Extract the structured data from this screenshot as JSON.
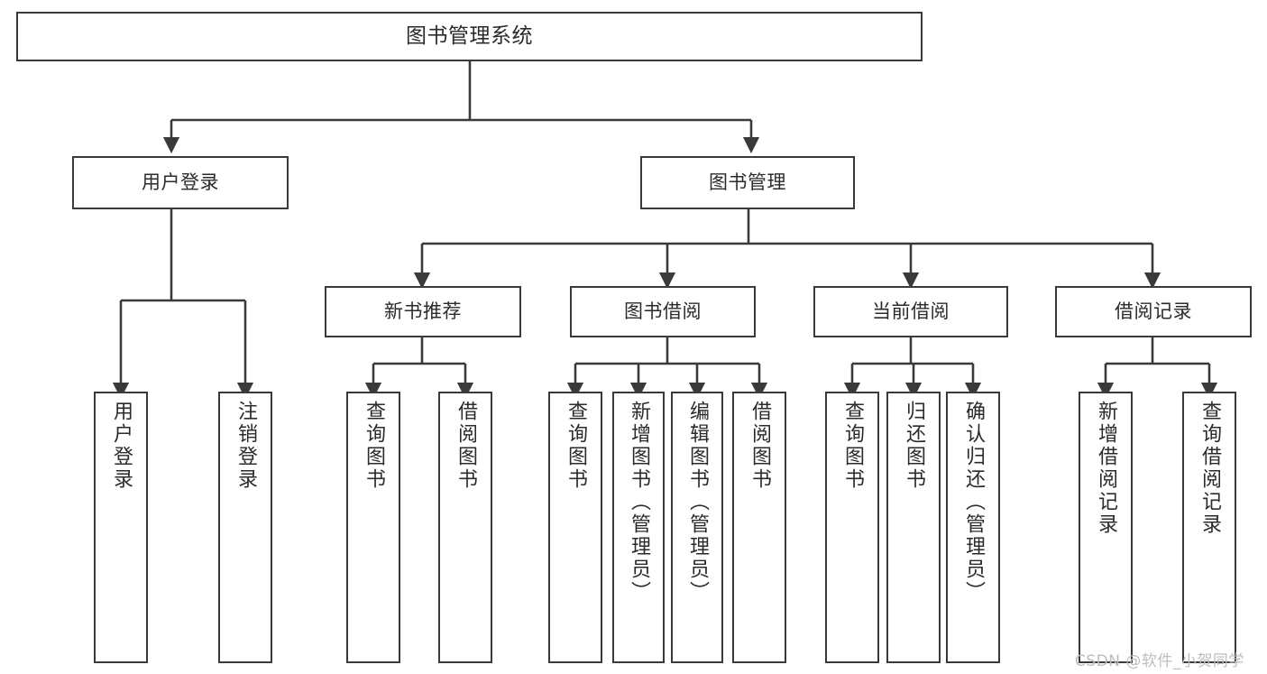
{
  "diagram": {
    "title": "图书管理系统",
    "type": "tree-hierarchy",
    "watermark": "CSDN @软件_小贺同学",
    "colors": {
      "stroke": "#3a3a3a",
      "text": "#2b2b2b",
      "background": "#ffffff",
      "watermark": "#bdbdbd"
    },
    "levels": {
      "root": {
        "label": "图书管理系统"
      },
      "level2": [
        {
          "label": "用户登录"
        },
        {
          "label": "图书管理"
        }
      ],
      "level3": [
        {
          "label": "新书推荐"
        },
        {
          "label": "图书借阅"
        },
        {
          "label": "当前借阅"
        },
        {
          "label": "借阅记录"
        }
      ],
      "leaves": {
        "user_login": [
          {
            "label": "用户登录"
          },
          {
            "label": "注销登录"
          }
        ],
        "new_book_recommend": [
          {
            "label": "查询图书"
          },
          {
            "label": "借阅图书"
          }
        ],
        "book_borrow": [
          {
            "label": "查询图书"
          },
          {
            "label": "新增图书（管理员）"
          },
          {
            "label": "编辑图书（管理员）"
          },
          {
            "label": "借阅图书"
          }
        ],
        "current_borrow": [
          {
            "label": "查询图书"
          },
          {
            "label": "归还图书"
          },
          {
            "label": "确认归还（管理员）"
          }
        ],
        "borrow_record": [
          {
            "label": "新增借阅记录"
          },
          {
            "label": "查询借阅记录"
          }
        ]
      }
    }
  }
}
